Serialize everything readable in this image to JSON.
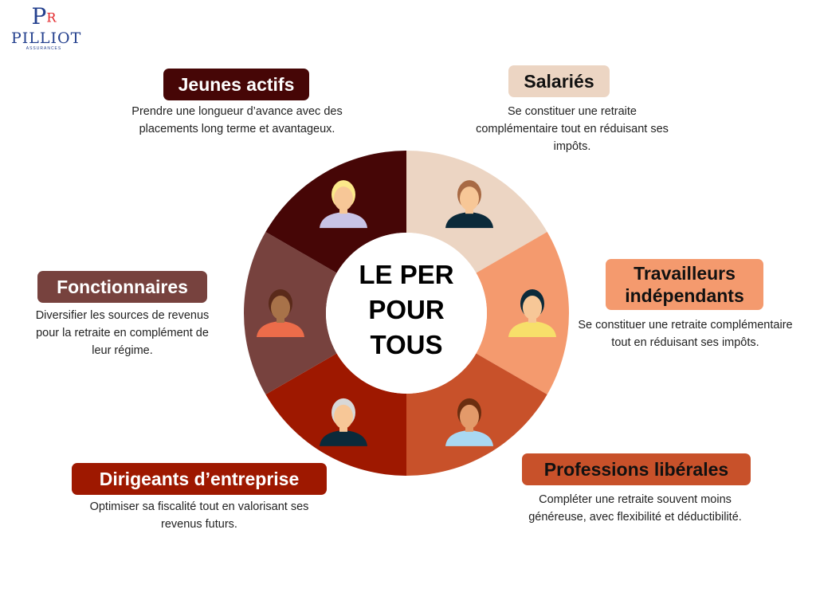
{
  "logo": {
    "mark": "P",
    "mark_accent": "R",
    "name": "PILLIOT",
    "sub": "ASSURANCES"
  },
  "center": {
    "line1": "LE PER",
    "line2": "POUR",
    "line3": "TOUS"
  },
  "segments": [
    {
      "key": "salaries",
      "title": "Salariés",
      "description": "Se constituer une retraite complémentaire tout en réduisant ses impôts.",
      "color": "#ecd5c3",
      "text_color": "#111111",
      "icon": "man-avatar-icon"
    },
    {
      "key": "independants",
      "title": "Travailleurs indépendants",
      "description": "Se constituer une retraite complémentaire tout en réduisant ses impôts.",
      "color": "#f49a6e",
      "text_color": "#111111",
      "icon": "woman-avatar-icon"
    },
    {
      "key": "liberales",
      "title": "Professions libérales",
      "description": "Compléter une retraite souvent moins généreuse, avec flexibilité et déductibilité.",
      "color": "#c8512a",
      "text_color": "#111111",
      "icon": "bearded-man-avatar-icon"
    },
    {
      "key": "dirigeants",
      "title": "Dirigeants d’entreprise",
      "description": "Optimiser sa fiscalité tout en valorisant ses revenus futurs.",
      "color": "#9e1800",
      "text_color": "#ffffff",
      "icon": "senior-woman-avatar-icon"
    },
    {
      "key": "fonctionnaires",
      "title": "Fonctionnaires",
      "description": "Diversifier les sources de revenus pour la retraite en complément de leur régime.",
      "color": "#77423e",
      "text_color": "#ffffff",
      "icon": "man-beard-avatar-icon"
    },
    {
      "key": "jeunes",
      "title": "Jeunes actifs",
      "description": "Prendre une longueur d’avance avec des placements long terme et avantageux.",
      "color": "#460606",
      "text_color": "#ffffff",
      "icon": "blonde-woman-avatar-icon"
    }
  ]
}
